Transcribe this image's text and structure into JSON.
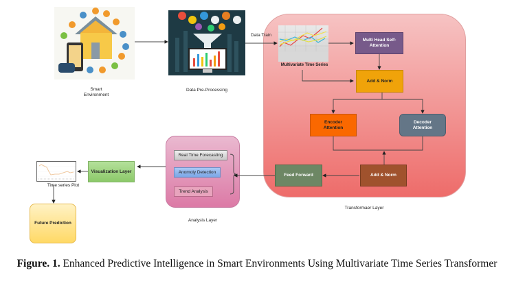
{
  "stages": {
    "smart_environment": {
      "label": "Smart\nEnvironment",
      "image": "smart-home-iot-icon"
    },
    "data_preprocessing": {
      "label": "Data Pre-Processing",
      "image": "data-funnel-monitor-icon"
    },
    "data_train_edge": "Data Train"
  },
  "transformer": {
    "title": "Transformaer Layer",
    "input_chart_label": "Multivariate Time Series",
    "blocks": {
      "mhsa": "Multi Head Self-Attention",
      "add_norm_top": "Add & Norm",
      "encoder_attention": "Encoder Attention",
      "decoder_attention": "Decoder Attention",
      "add_norm_bottom": "Add & Norm",
      "feed_forward": "Feed Forward"
    },
    "colors": {
      "background": "#f08a86",
      "mhsa": "#775a8a",
      "add_norm_top": "#f0a30a",
      "encoder_attention": "#fa6800",
      "decoder_attention": "#647687",
      "add_norm_bottom": "#a0522d",
      "feed_forward": "#6d8764"
    }
  },
  "analysis": {
    "title": "Analysis Layer",
    "items": [
      "Real Time Forecasting",
      "Anomoly Detection",
      "Trend Analysis"
    ],
    "colors": {
      "background": "#e6a3c5",
      "item1": "#d6d6d6",
      "item2": "#8fb5ee",
      "item3": "#e8a4bd"
    }
  },
  "visualization": {
    "layer_label": "Visualization Layer",
    "plot_label": "Time series Plot",
    "future_label": "Future Prediction",
    "colors": {
      "viz": "#97d077",
      "future": "#ffd966"
    }
  },
  "caption": {
    "prefix": "Figure. 1.",
    "text": " Enhanced Predictive Intelligence in Smart Environments Using Multivariate Time Series Transformer"
  }
}
